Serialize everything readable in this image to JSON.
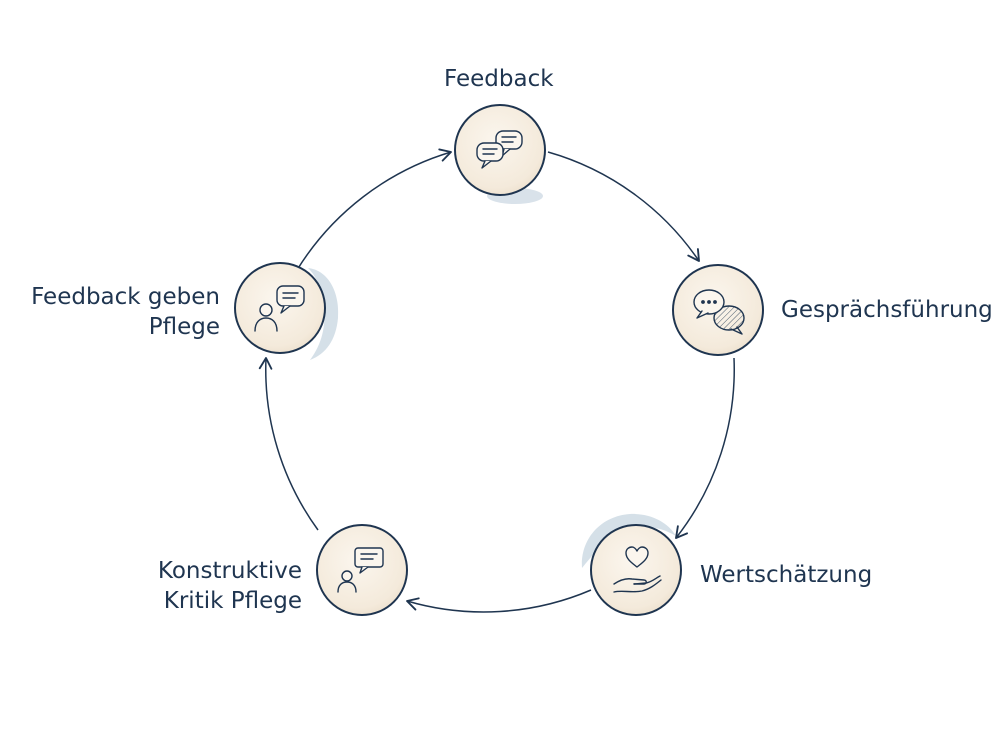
{
  "diagram": {
    "nodes": [
      {
        "id": "feedback",
        "icon": "speech-bubbles-icon",
        "lines": [
          "Feedback"
        ]
      },
      {
        "id": "gespraechsfuehrung",
        "icon": "chat-bubbles-icon",
        "lines": [
          "Gesprächsführung"
        ]
      },
      {
        "id": "wertschaetzung",
        "icon": "heart-hand-icon",
        "lines": [
          "Wertschätzung"
        ]
      },
      {
        "id": "konstruktive-kritik",
        "icon": "person-speech-icon",
        "lines": [
          "Konstruktive",
          "Kritik Pflege"
        ]
      },
      {
        "id": "feedback-geben",
        "icon": "person-speech-icon",
        "lines": [
          "Feedback geben",
          "Pflege"
        ]
      }
    ],
    "cycle_direction": "clockwise"
  },
  "colors": {
    "ink": "#1f3550",
    "node_fill": "#f7eee2",
    "wash": "#b9cbd9",
    "background": "#ffffff"
  }
}
